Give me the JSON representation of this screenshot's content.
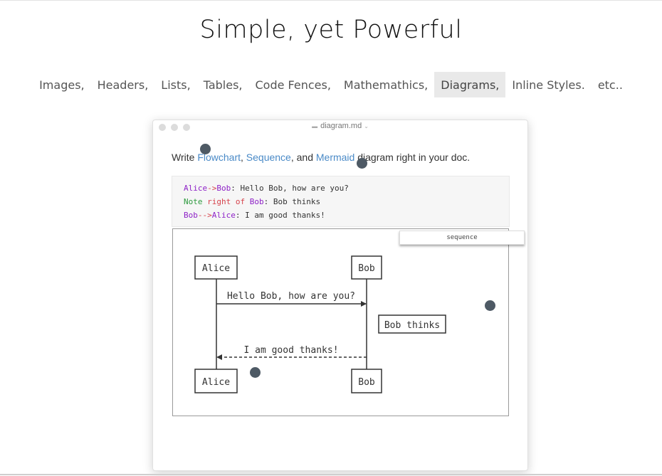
{
  "headline": "Simple, yet Powerful",
  "features": [
    "Images,",
    "Headers,",
    "Lists,",
    "Tables,",
    "Code Fences,",
    "Mathemathics,",
    "Diagrams,",
    "Inline Styles.",
    "etc.."
  ],
  "active_feature": "Diagrams,",
  "window": {
    "title": "diagram.md",
    "doc_icon": "document-icon",
    "dropdown_icon": "chevron-down-icon"
  },
  "paragraph": {
    "prefix": "Write ",
    "link1": "Flowchart",
    "sep1": ", ",
    "link2": "Sequence",
    "sep2": ", and ",
    "link3": "Mermaid",
    "suffix": " diagram right in your doc."
  },
  "code": {
    "line1": {
      "a": "Alice",
      "op": "->",
      "b": "Bob",
      "rest": ": Hello Bob, how are you?"
    },
    "line2": {
      "kw": "Note",
      "mid": " right of ",
      "b": "Bob",
      "rest": ": Bob thinks"
    },
    "line3": {
      "a": "Bob",
      "op": "-->",
      "b": "Alice",
      "rest": ": I am good thanks!"
    }
  },
  "diagram": {
    "theme_label": "sequence",
    "actors": [
      "Alice",
      "Bob"
    ],
    "note": "Bob thinks",
    "message1": "Hello Bob, how are you?",
    "message2": "I am good thanks!"
  },
  "colors": {
    "link": "#4a8ac7",
    "code_name": "#8e22c7",
    "code_arrow": "#d6434c",
    "code_keyword": "#2e9a3f",
    "dot": "#4e5a65",
    "active_tab_bg": "#e9e9e9"
  }
}
